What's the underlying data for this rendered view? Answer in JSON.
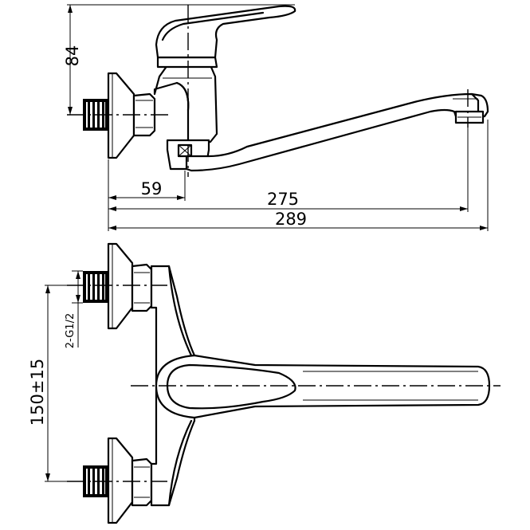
{
  "dimensions": {
    "height_84": "84",
    "offset_59": "59",
    "reach_275": "275",
    "overall_289": "289",
    "thread": "2-G1/2",
    "centers": "150±15"
  }
}
